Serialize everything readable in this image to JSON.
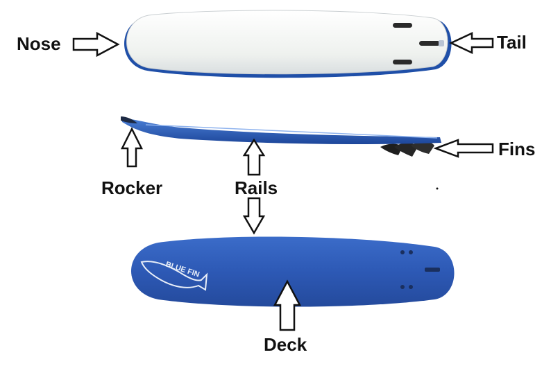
{
  "labels": {
    "nose": "Nose",
    "tail": "Tail",
    "fins": "Fins",
    "rocker": "Rocker",
    "rails": "Rails",
    "deck": "Deck"
  },
  "logo": {
    "text": "BLUE FIN"
  },
  "colors": {
    "deck_blue": "#2d59b5",
    "board_white": "#f4f6f4",
    "rail_blue": "#1f4fa8",
    "fin_dark": "#2a2a2a",
    "text": "#111111"
  }
}
